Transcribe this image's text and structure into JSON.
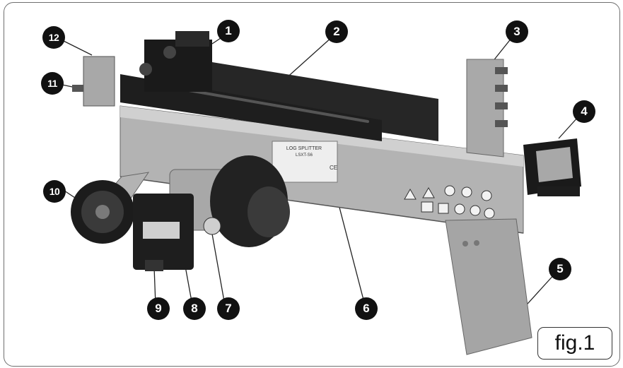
{
  "figure": {
    "label": "fig.1",
    "callouts": [
      "1",
      "2",
      "3",
      "4",
      "5",
      "6",
      "7",
      "8",
      "9",
      "10",
      "11",
      "12"
    ]
  },
  "plate": {
    "title": "LOG SPLITTER",
    "model": "LSXT-S6",
    "mark": "CE"
  },
  "colors": {
    "beam": "#b3b3b3",
    "dark": "#1c1c1c",
    "callout": "#111111"
  }
}
